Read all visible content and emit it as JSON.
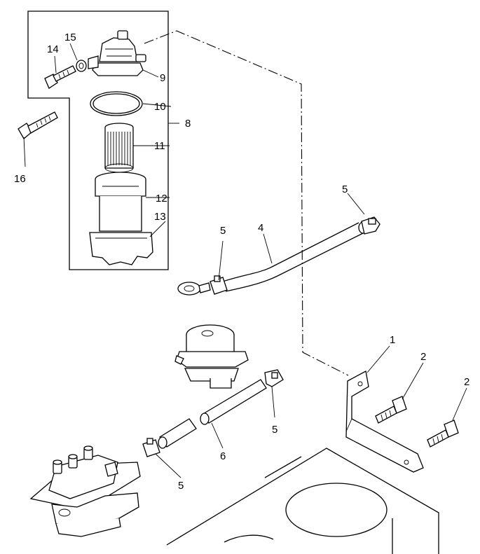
{
  "diagram": {
    "labels": {
      "item_1": "1",
      "item_2a": "2",
      "item_2b": "2",
      "item_4": "4",
      "item_5a": "5",
      "item_5b": "5",
      "item_5c": "5",
      "item_5d": "5",
      "item_6": "6",
      "item_8": "8",
      "item_9": "9",
      "item_10": "10",
      "item_11": "11",
      "item_12": "12",
      "item_13": "13",
      "item_14": "14",
      "item_15": "15",
      "item_16": "16"
    }
  }
}
